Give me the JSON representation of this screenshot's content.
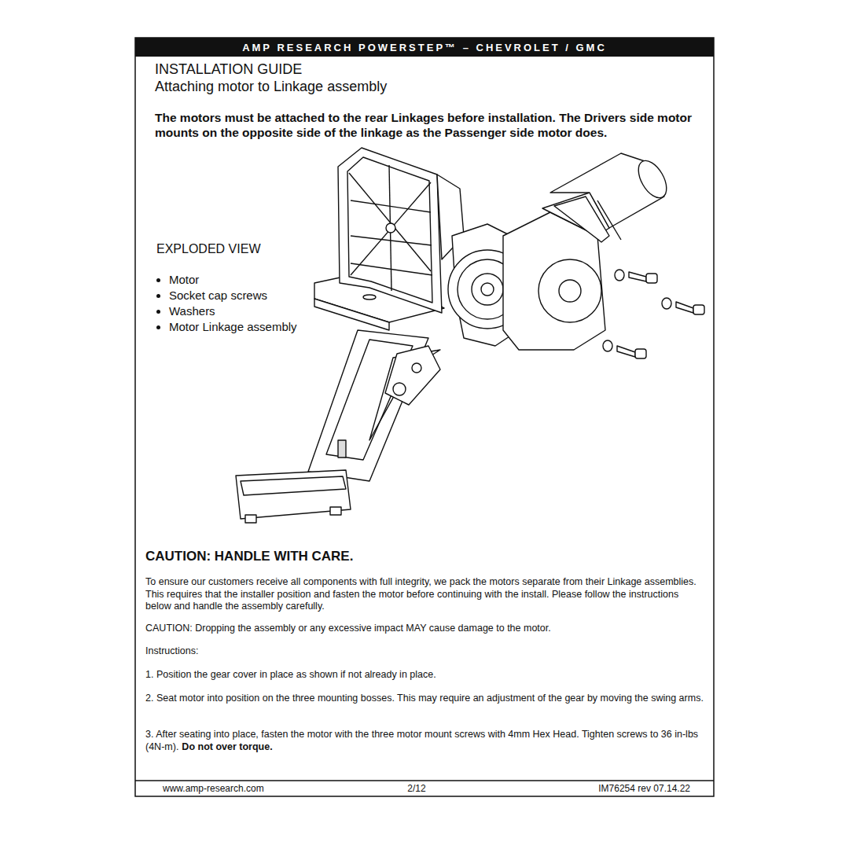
{
  "diagram": {
    "nodes": [
      {
        "text": [
          "AMP RESEARCH POWERSTEP™ – CHEVROLET / GMC"
        ]
      }
    ],
    "labels": [
      "INSTALLATION GUIDE",
      "Attaching motor to Linkage assembly",
      "The motors must be attached to the rear Linkages before installation.  The Drivers side motor mounts on the opposite side of the linkage as the Passenger side motor does.",
      "EXPLODED VIEW",
      "Motor",
      "Socket cap screws",
      "Washers",
      "Motor Linkage assembly",
      "CAUTION: HANDLE WITH CARE.",
      "To ensure our customers receive all components with full integrity, we pack the motors separate from their Linkage assemblies. This requires that the installer position and fasten the motor before continuing with the install. Please follow the instructions below and handle the assembly carefully.",
      "CAUTION: Dropping the assembly or any excessive impact MAY cause damage to the motor.",
      "Instructions:",
      "1. Position the gear cover in place as shown if not already in place.",
      "2. Seat motor into position on the three mounting bosses. This may require an adjustment of the gear by moving the swing arms.",
      "3. After seating into place, fasten the motor with the three motor mount screws with 4mm Hex Head. Tighten screws to 36 in-lbs (4N-m).",
      "Do not over torque.",
      "www.amp-research.com",
      "2/12",
      "IM76254 rev 07.14.22"
    ]
  }
}
